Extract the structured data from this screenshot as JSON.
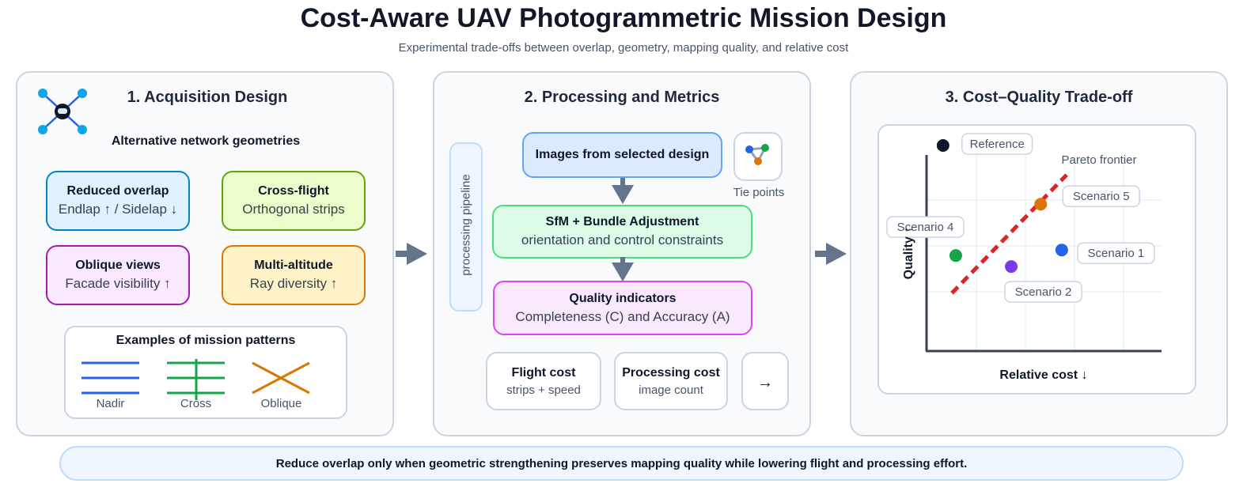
{
  "title": "Cost-Aware UAV Photogrammetric Mission Design",
  "subtitle": "Experimental trade-offs between overlap, geometry, mapping quality, and relative cost",
  "panel1": {
    "title": "1. Acquisition Design",
    "heading": "Alternative network geometries",
    "cards": [
      {
        "title": "Reduced overlap",
        "sub": "Endlap ↑ / Sidelap ↓"
      },
      {
        "title": "Cross-flight",
        "sub": "Orthogonal strips"
      },
      {
        "title": "Oblique views",
        "sub": "Facade visibility ↑"
      },
      {
        "title": "Multi-altitude",
        "sub": "Ray diversity ↑"
      }
    ],
    "patterns": {
      "title": "Examples of mission patterns",
      "items": [
        "Nadir",
        "Cross",
        "Oblique"
      ]
    }
  },
  "panel2": {
    "title": "2. Processing and Metrics",
    "pipeline_label": "processing pipeline",
    "images": "Images from selected design",
    "tie_points": "Tie points",
    "sfm": {
      "title": "SfM + Bundle Adjustment",
      "sub": "orientation and control constraints"
    },
    "quality": {
      "title": "Quality indicators",
      "sub": "Completeness (C) and Accuracy (A)"
    },
    "flight": {
      "title": "Flight cost",
      "sub": "strips + speed"
    },
    "processing": {
      "title": "Processing cost",
      "sub": "image count"
    },
    "next": "→"
  },
  "panel3": {
    "title": "3. Cost–Quality Trade-off"
  },
  "chart_data": {
    "type": "scatter",
    "xlabel": "Relative cost ↓",
    "ylabel": "Quality ↑",
    "xlim": [
      0,
      4.8
    ],
    "ylim": [
      -0.28,
      3.97
    ],
    "grid": true,
    "points": [
      {
        "name": "Reference",
        "x": 0.32,
        "y": 4.19,
        "color": "#111827"
      },
      {
        "name": "Scenario 5",
        "x": 2.31,
        "y": 2.91,
        "color": "#d97706"
      },
      {
        "name": "Scenario 4",
        "x": 0.58,
        "y": 1.79,
        "color": "#16a34a"
      },
      {
        "name": "Scenario 1",
        "x": 2.74,
        "y": 1.91,
        "color": "#2563eb"
      },
      {
        "name": "Scenario 2",
        "x": 1.71,
        "y": 1.55,
        "color": "#7c3aed"
      }
    ],
    "pareto": {
      "label": "Pareto frontier",
      "from": [
        0.5,
        0.97
      ],
      "to": [
        2.84,
        3.55
      ],
      "color": "#dc2626"
    }
  },
  "footer": "Reduce overlap only when geometric strengthening preserves mapping quality while lowering flight and processing effort."
}
